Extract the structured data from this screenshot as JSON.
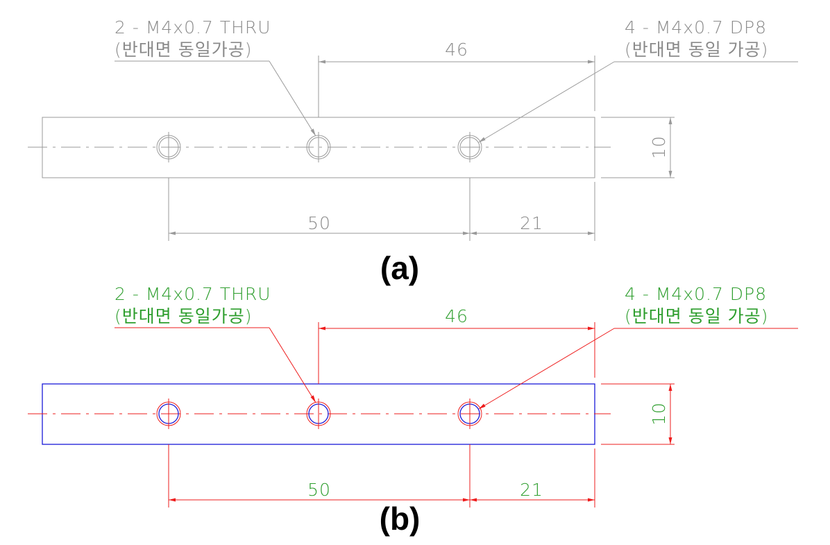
{
  "colors": {
    "a_geom": "#9a9a9a",
    "a_dim": "#9a9a9a",
    "a_text": "#8a8a8a",
    "b_body": "#1a1ad8",
    "b_dim": "#ee1c1c",
    "b_text": "#2e9e2e"
  },
  "callouts": {
    "through": {
      "line1": "2 - M4x0.7 THRU",
      "line2": "(반대면 동일가공)"
    },
    "depth": {
      "line1": "4 - M4x0.7 DP8",
      "line2": "(반대면 동일 가공)"
    }
  },
  "dims": {
    "top_span": "46",
    "height": "10",
    "bottom_span": "50",
    "edge_span": "21"
  },
  "captions": {
    "a": "(a)",
    "b": "(b)"
  }
}
